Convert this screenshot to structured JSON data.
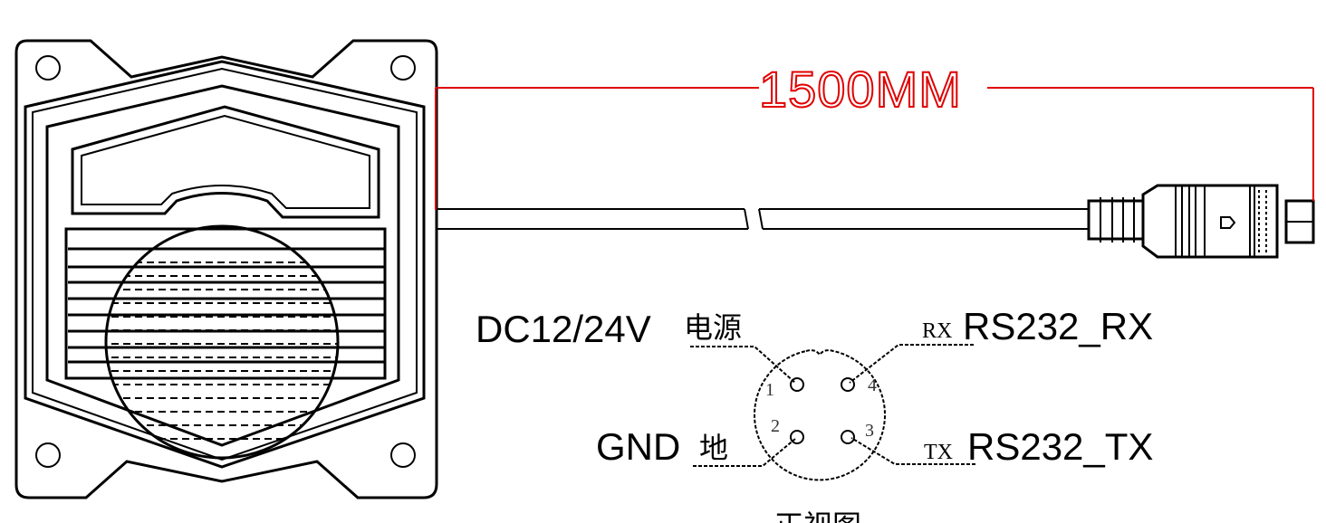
{
  "dimension": {
    "label": "1500MM",
    "color": "#e00000"
  },
  "pins": [
    {
      "number": "1",
      "signal": "DC12/24V",
      "cn": "电源"
    },
    {
      "number": "4",
      "signal": "RS232_RX",
      "code": "RX"
    },
    {
      "number": "2",
      "signal": "GND",
      "cn": "地"
    },
    {
      "number": "3",
      "signal": "RS232_TX",
      "code": "TX"
    }
  ],
  "view_caption": "正视图"
}
